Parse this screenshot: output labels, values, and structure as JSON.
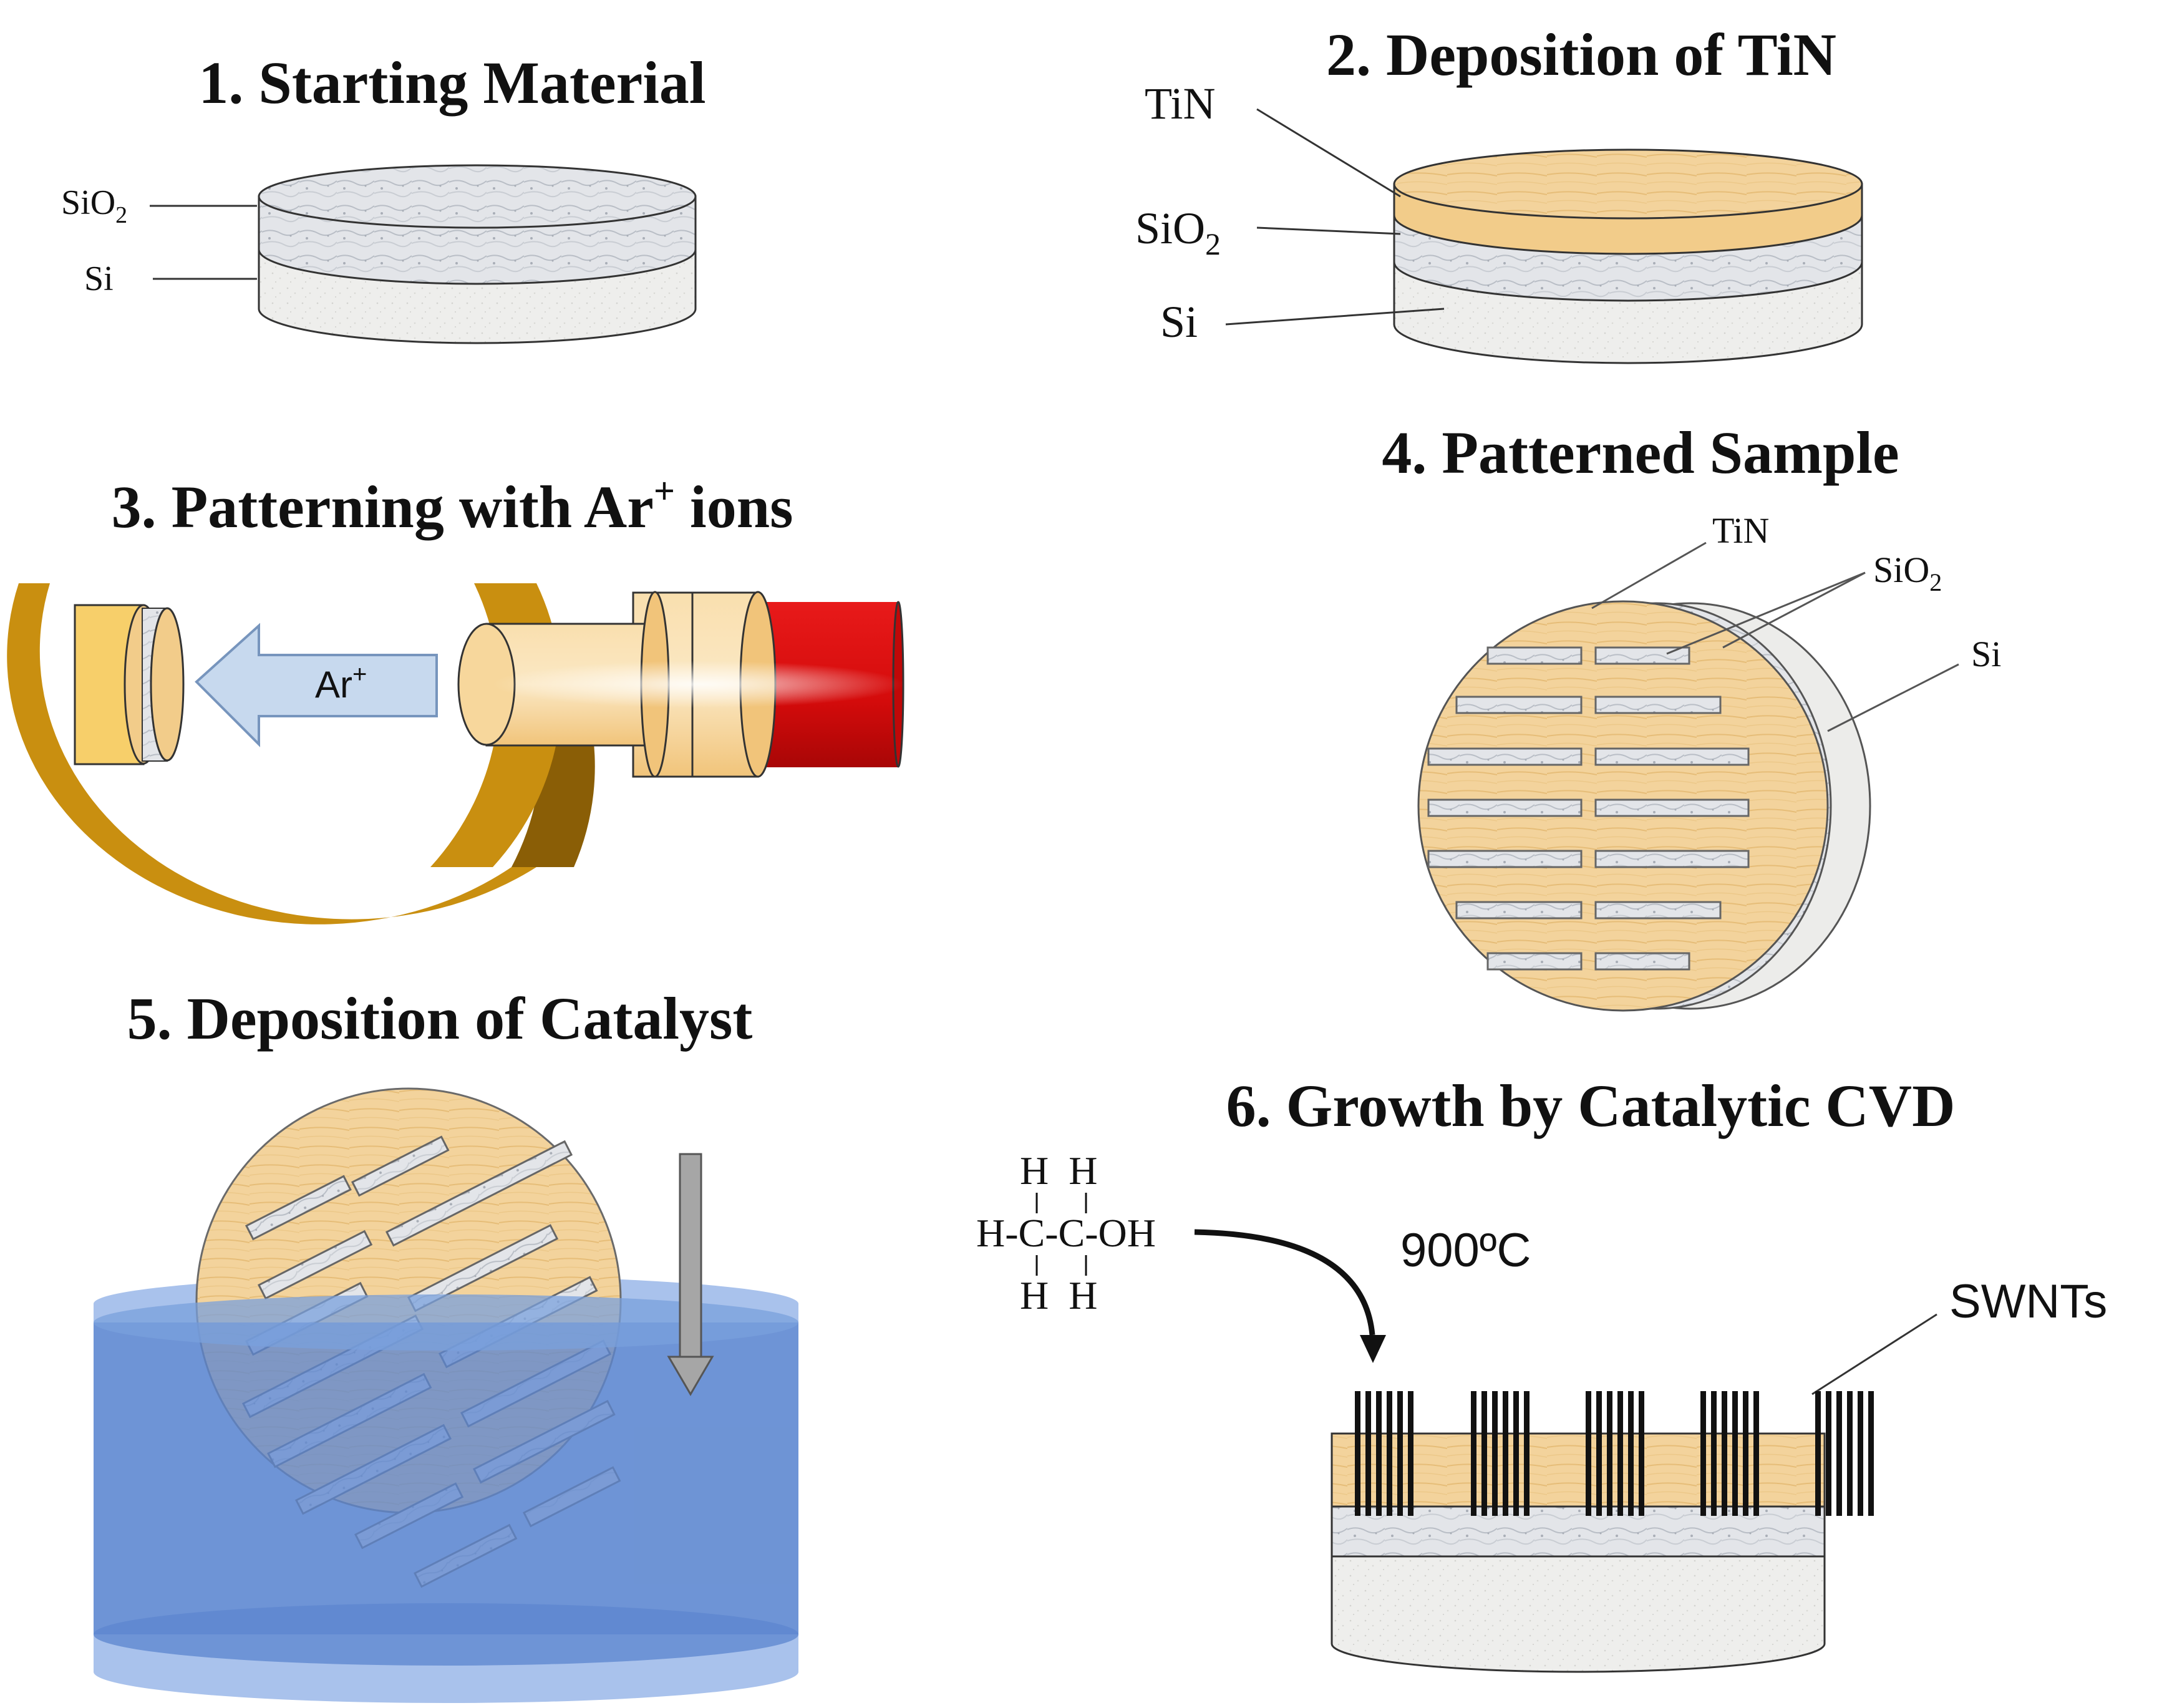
{
  "panels": {
    "p1": {
      "title": "1. Starting Material",
      "labels": {
        "sio2": "SiO",
        "sio2_sub": "2",
        "si": "Si"
      }
    },
    "p2": {
      "title": "2. Deposition of TiN",
      "labels": {
        "tin": "TiN",
        "sio2": "SiO",
        "sio2_sub": "2",
        "si": "Si"
      }
    },
    "p3": {
      "title_main": "3. Patterning with Ar",
      "title_sup": "+",
      "title_end": " ions",
      "arrow_label": "Ar",
      "arrow_label_sup": "+"
    },
    "p4": {
      "title": "4. Patterned Sample",
      "labels": {
        "tin": "TiN",
        "sio2": "SiO",
        "sio2_sub": "2",
        "si": "Si"
      }
    },
    "p5": {
      "title": "5. Deposition of Catalyst"
    },
    "p6": {
      "title": "6. Growth by Catalytic CVD",
      "molecule": {
        "top": "H  H",
        "middle": "H-C-C-OH",
        "bottom": "H  H"
      },
      "temperature": "900ºC",
      "product": "SWNTs"
    }
  },
  "colors": {
    "tin": "#f2cf94",
    "tin_dark": "#e0b06a",
    "sio2": "#dcdfe4",
    "si": "#ececea",
    "chamber": "#c98f10",
    "chamber_dark": "#8a5e06",
    "gun_body": "#f7d79c",
    "gun_red": "#d80d0d",
    "arrow_fill": "#c7d9ee",
    "arrow_stroke": "#7795bd",
    "liquid": "#6f96d6",
    "liquid_light": "#a9c2ec",
    "nanotube": "#111111",
    "down_arrow": "#a6a6a6"
  }
}
